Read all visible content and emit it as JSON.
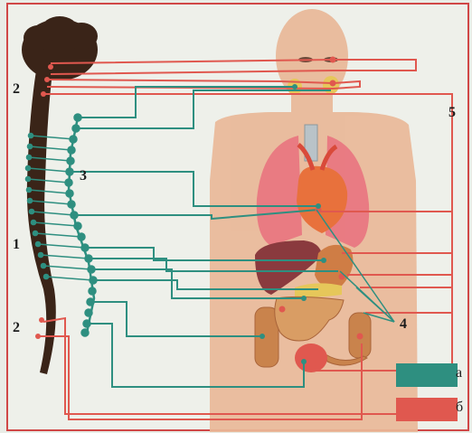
{
  "labels": {
    "l1": "1",
    "l2_top": "2",
    "l2_bottom": "2",
    "l3": "3",
    "l4": "4",
    "l5": "5"
  },
  "legend": {
    "a_label": "а",
    "b_label": "б",
    "a_color": "#2e8f80",
    "b_color": "#e0584f"
  },
  "colors": {
    "spine": "#3a2418",
    "body": "#e9b898",
    "lungs": "#e9707e",
    "heart": "#e8713c",
    "liver": "#8a3a3e",
    "stomach": "#cf7d45",
    "intestine": "#c9834c",
    "frame": "#d04747"
  }
}
